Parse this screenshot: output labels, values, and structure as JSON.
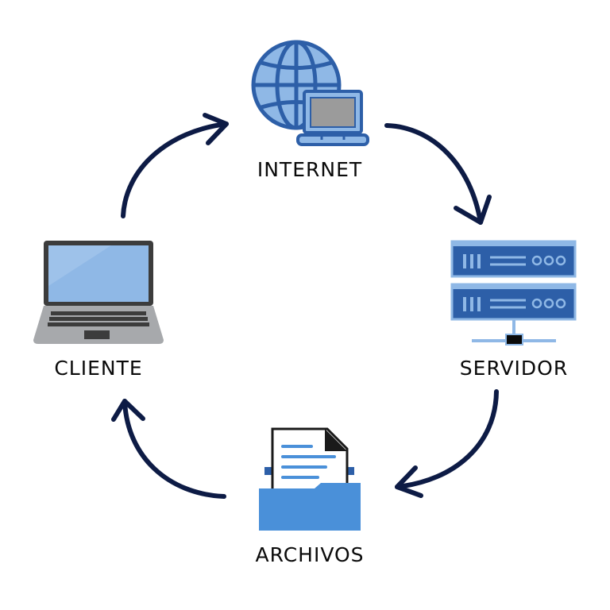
{
  "nodes": {
    "internet": {
      "label": "INTERNET",
      "icon": "globe-computer-icon"
    },
    "servidor": {
      "label": "SERVIDOR",
      "icon": "server-rack-icon"
    },
    "archivos": {
      "label": "ARCHIVOS",
      "icon": "folder-document-icon"
    },
    "cliente": {
      "label": "CLIENTE",
      "icon": "laptop-icon"
    }
  },
  "colors": {
    "arrow": "#0d1b45",
    "primary_blue": "#2d5fa8",
    "light_blue": "#8fb8e6",
    "sky_blue": "#4a90d9",
    "gray": "#a7a9ac",
    "dark_gray": "#3c3c3c"
  }
}
